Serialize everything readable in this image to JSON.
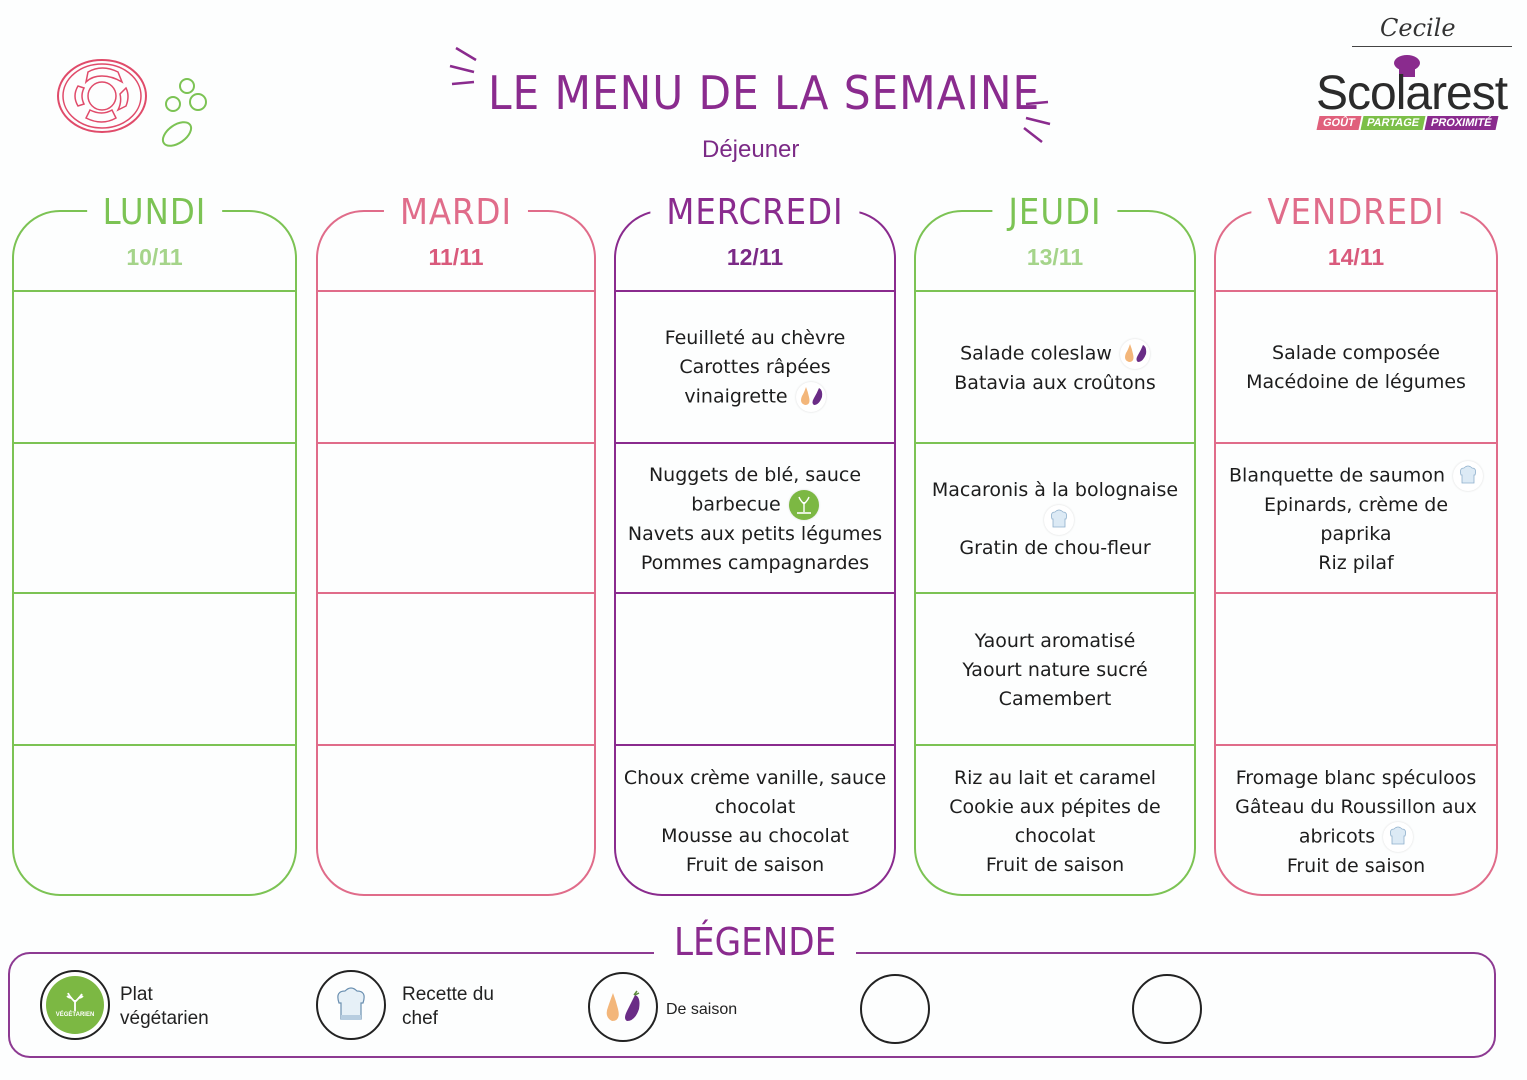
{
  "header": {
    "title": "LE MENU DE LA SEMAINE",
    "subtitle": "Déjeuner",
    "signature": "Cecile",
    "logo": {
      "name": "Scolarest",
      "tagline": [
        "GOÛT",
        "PARTAGE",
        "PROXIMITÉ"
      ],
      "tagline_colors": [
        "#e0607c",
        "#7cbf48",
        "#8a2b8e"
      ]
    }
  },
  "colors": {
    "green": "#7cc354",
    "pink": "#e06c8a",
    "purple": "#8a2b8e",
    "green_date": "#a5d48a",
    "legend_border": "#8d3a92"
  },
  "days": [
    {
      "name": "LUNDI",
      "date": "10/11",
      "color": "#7cc354",
      "date_color": "#a5d48a",
      "courses": [
        {
          "lines": []
        },
        {
          "lines": []
        },
        {
          "lines": []
        },
        {
          "lines": []
        }
      ]
    },
    {
      "name": "MARDI",
      "date": "11/11",
      "color": "#e06c8a",
      "date_color": "#d95a7c",
      "courses": [
        {
          "lines": []
        },
        {
          "lines": []
        },
        {
          "lines": []
        },
        {
          "lines": []
        }
      ]
    },
    {
      "name": "MERCREDI",
      "date": "12/11",
      "color": "#8a2b8e",
      "date_color": "#7b2a86",
      "courses": [
        {
          "lines": [
            "Feuilleté au chèvre",
            "Carottes râpées",
            "vinaigrette"
          ],
          "badge": "seasonal",
          "badge_line": 2
        },
        {
          "lines": [
            "Nuggets de blé, sauce",
            "barbecue",
            "Navets aux petits légumes",
            "Pommes campagnardes"
          ],
          "badge": "vegetarian",
          "badge_line": 1
        },
        {
          "lines": []
        },
        {
          "lines": [
            "Choux crème vanille, sauce",
            "chocolat",
            "Mousse au chocolat",
            "Fruit de saison"
          ]
        }
      ]
    },
    {
      "name": "JEUDI",
      "date": "13/11",
      "color": "#7cc354",
      "date_color": "#a5d48a",
      "courses": [
        {
          "lines": [
            "Salade coleslaw",
            "Batavia aux croûtons"
          ],
          "badge": "seasonal",
          "badge_line": 0
        },
        {
          "lines": [
            "Macaronis à la bolognaise",
            "",
            "Gratin de chou-fleur"
          ],
          "badge": "chef",
          "badge_line": 1
        },
        {
          "lines": [
            "Yaourt aromatisé",
            "Yaourt nature sucré",
            "Camembert"
          ]
        },
        {
          "lines": [
            "Riz au lait et caramel",
            "Cookie aux pépites de",
            "chocolat",
            "Fruit de saison"
          ]
        }
      ]
    },
    {
      "name": "VENDREDI",
      "date": "14/11",
      "color": "#e06c8a",
      "date_color": "#d95a7c",
      "courses": [
        {
          "lines": [
            "Salade composée",
            "Macédoine de légumes"
          ]
        },
        {
          "lines": [
            "Blanquette de saumon",
            "Epinards, crème de",
            "paprika",
            "Riz pilaf"
          ],
          "badge": "chef",
          "badge_line": 0
        },
        {
          "lines": []
        },
        {
          "lines": [
            "Fromage blanc spéculoos",
            "Gâteau du Roussillon aux",
            "abricots",
            "Fruit de saison"
          ],
          "badge": "chef",
          "badge_line": 2
        }
      ]
    }
  ],
  "legend": {
    "title": "LÉGENDE",
    "items": [
      {
        "icon": "vegetarian-icon",
        "label_line1": "Plat",
        "label_line2": "végétarien",
        "badge_text": "VÉGÉTARIEN"
      },
      {
        "icon": "chef-hat-icon",
        "label_line1": "Recette du",
        "label_line2": "chef"
      },
      {
        "icon": "seasonal-icon",
        "label_line1": "De saison",
        "label_line2": ""
      },
      {
        "icon": "empty-circle",
        "label_line1": "",
        "label_line2": ""
      },
      {
        "icon": "empty-circle",
        "label_line1": "",
        "label_line2": ""
      }
    ]
  }
}
